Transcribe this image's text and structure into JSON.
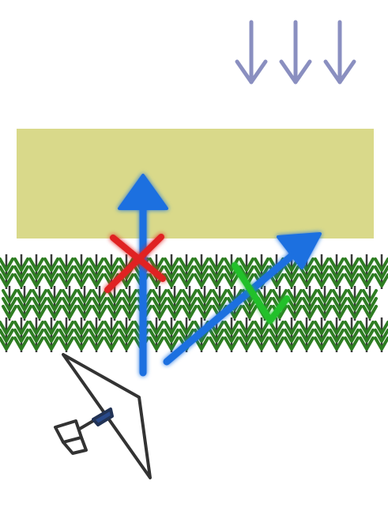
{
  "diagram": {
    "colors": {
      "background": "#ffffff",
      "incoming_arrows": "#8a8fc0",
      "layer": "#d9d98a",
      "grass": "#2e7d22",
      "grass_stem": "#3a3a3a",
      "blue_arrow": "#1f6fe0",
      "wrong_mark": "#e02020",
      "right_mark": "#22c02a",
      "instrument": "#333333"
    },
    "elements": {
      "incoming_arrows": {
        "icon": "down-arrow-icon",
        "count": 3
      },
      "layer_band": {
        "icon": "rectangle"
      },
      "grass_canopy": {
        "icon": "grass-texture",
        "rows": 3
      },
      "vertical_arrow": {
        "icon": "up-arrow-icon"
      },
      "diagonal_arrow": {
        "icon": "diagonal-arrow-icon"
      },
      "wrong_mark": {
        "icon": "cross-mark-icon"
      },
      "right_mark": {
        "icon": "check-mark-icon"
      },
      "instrument": {
        "icon": "satellite-dish-icon"
      }
    }
  }
}
